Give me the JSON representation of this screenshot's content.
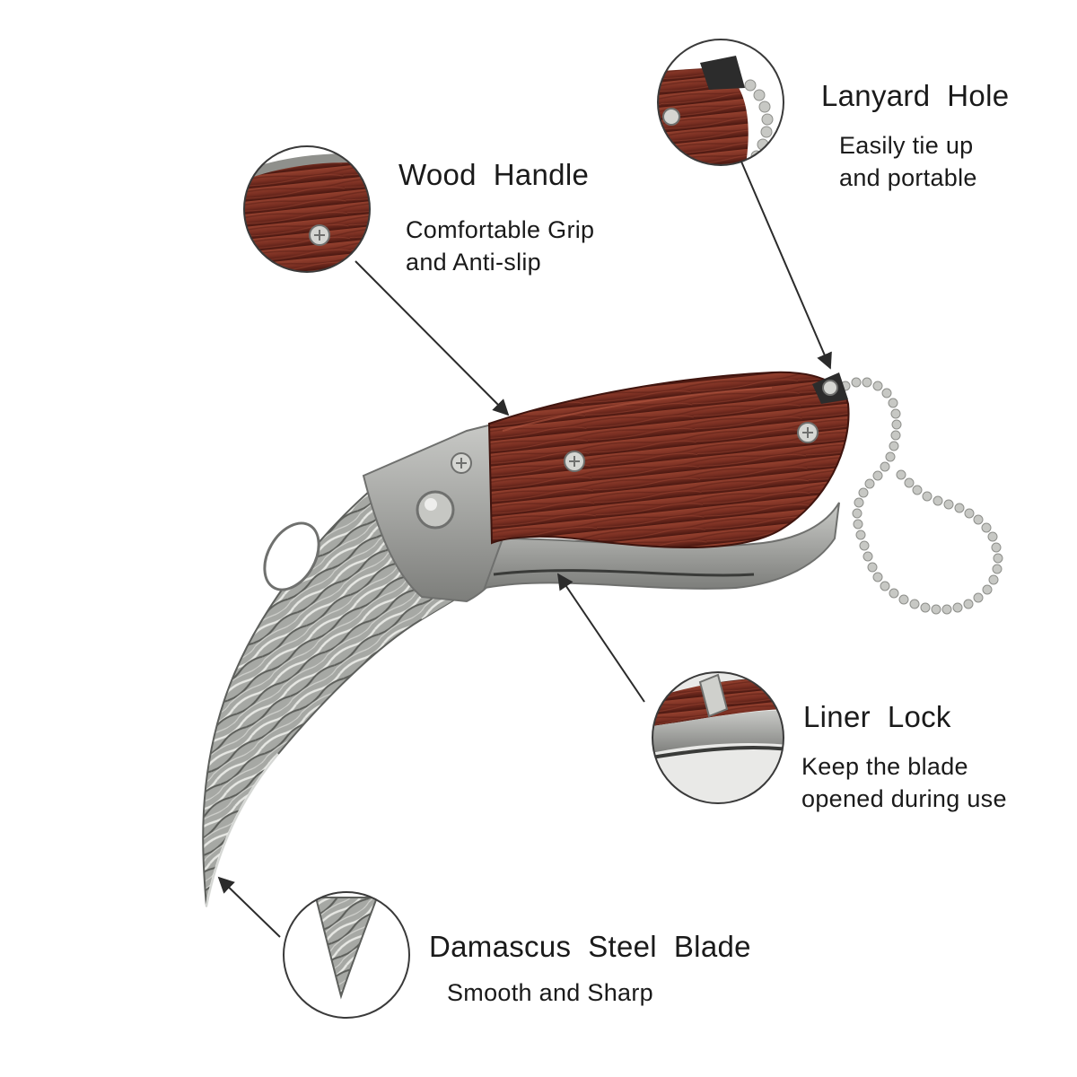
{
  "features": {
    "wood_handle": {
      "title": "Wood  Handle",
      "desc": [
        "Comfortable Grip",
        "and Anti-slip"
      ]
    },
    "lanyard_hole": {
      "title": "Lanyard  Hole",
      "desc": [
        "Easily tie up",
        "and portable"
      ]
    },
    "liner_lock": {
      "title": "Liner  Lock",
      "desc": [
        "Keep the blade",
        "opened during use"
      ]
    },
    "blade": {
      "title": "Damascus  Steel  Blade",
      "desc": [
        "Smooth and Sharp"
      ]
    }
  },
  "colors": {
    "wood": "#7a2f22",
    "wood_dark": "#4a1811",
    "steel": "#a9aaa8",
    "steel_dark": "#6f706e",
    "damascus_light": "#d9dad6",
    "damascus_dark": "#5d5f5c",
    "chain": "#c7c8c4",
    "callout_line": "#2b2b2b"
  },
  "icons": [
    "screw-icon",
    "thumb-stud-icon",
    "ball-chain-icon",
    "arrow-icon"
  ]
}
